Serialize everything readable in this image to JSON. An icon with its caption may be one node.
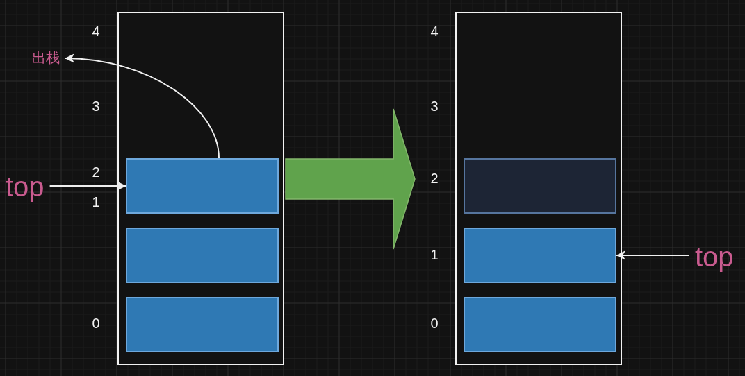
{
  "diagram": {
    "nodes": [
      {
        "text": [],
        "shape": "box"
      },
      {
        "text": [],
        "shape": "box",
        "in": 0
      },
      {
        "text": [],
        "shape": "box",
        "in": 0
      },
      {
        "text": [],
        "shape": "box",
        "in": 0
      },
      {
        "text": [
          "top"
        ]
      },
      {
        "text": [
          "出栈"
        ]
      },
      {
        "text": [],
        "shape": "box"
      },
      {
        "text": [],
        "shape": "box",
        "in": 6
      },
      {
        "text": [],
        "shape": "box",
        "in": 6
      },
      {
        "text": [],
        "shape": "box",
        "in": 6
      },
      {
        "text": [
          "top"
        ]
      }
    ],
    "edges": [
      {
        "from": 4,
        "to": 1,
        "arrow": "to"
      },
      {
        "from": 1,
        "to": 5,
        "arrow": "to"
      },
      {
        "from": 0,
        "to": 6,
        "arrow": "to",
        "style": "thick",
        "color": "#60a34c"
      },
      {
        "from": 10,
        "to": 8,
        "arrow": "to"
      }
    ],
    "labels": [
      "4",
      "3",
      "2",
      "1",
      "0",
      "4",
      "3",
      "2",
      "1",
      "0"
    ]
  }
}
